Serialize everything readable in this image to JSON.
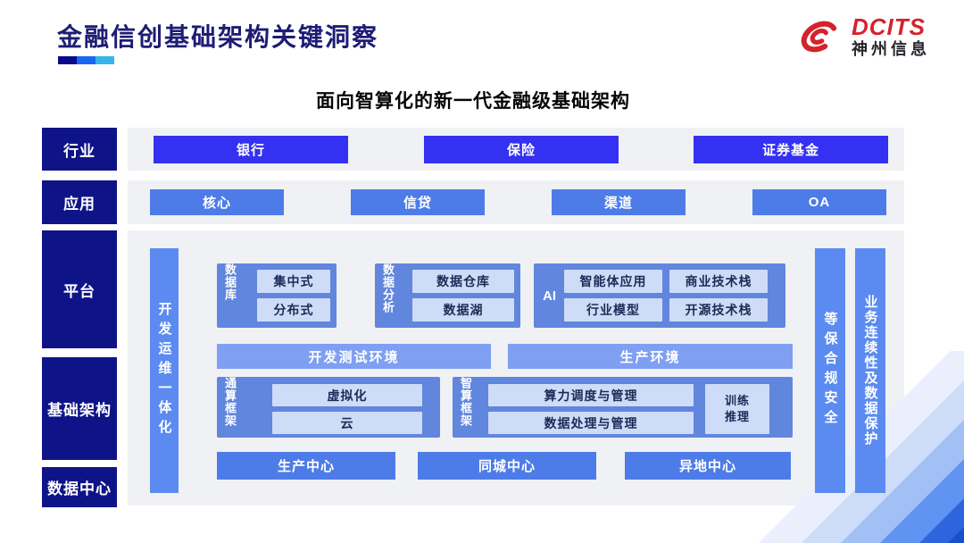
{
  "page": {
    "title": "金融信创基础架构关键洞察",
    "subtitle": "面向智算化的新一代金融级基础架构"
  },
  "logo": {
    "brand": "DCITS",
    "company": "神州信息"
  },
  "row_labels": {
    "industry": "行业",
    "application": "应用",
    "platform": "平台",
    "infrastructure": "基础架构",
    "datacenter": "数据中心"
  },
  "industry_items": [
    "银行",
    "保险",
    "证券基金"
  ],
  "application_items": [
    "核心",
    "信贷",
    "渠道",
    "OA"
  ],
  "platform": {
    "devops_bar": "开发运维一体化",
    "database": {
      "label": "数据库",
      "items": [
        "集中式",
        "分布式"
      ]
    },
    "analytics": {
      "label": "数据分析",
      "items": [
        "数据仓库",
        "数据湖"
      ]
    },
    "ai": {
      "label": "AI",
      "items": [
        "智能体应用",
        "商业技术栈",
        "行业模型",
        "开源技术栈"
      ]
    },
    "environments": [
      "开发测试环境",
      "生产环境"
    ],
    "general_framework": {
      "label": "通算框架",
      "items": [
        "虚拟化",
        "云"
      ]
    },
    "ai_framework": {
      "label": "智算框架",
      "items": [
        "算力调度与管理",
        "数据处理与管理"
      ],
      "side_box": "训练\n推理"
    },
    "centers": [
      "生产中心",
      "同城中心",
      "异地中心"
    ],
    "security_bar": "等保合规安全",
    "continuity_bar": "业务连续性及数据保护"
  },
  "colors": {
    "title_navy": "#1e1c74",
    "label_navy": "#0e1487",
    "primary_blue": "#3431f2",
    "mid_blue": "#4d7ce8",
    "side_bar_blue": "#5b8bf0",
    "group_blue": "#6186dd",
    "inner_box_blue": "#cfdcf8",
    "env_bar_blue": "#7e9ff2",
    "strip_gray": "#f0f1f4",
    "logo_red": "#d4232c",
    "underline_segments": [
      "#0a0a8c",
      "#1569f0",
      "#35b5ea"
    ]
  }
}
